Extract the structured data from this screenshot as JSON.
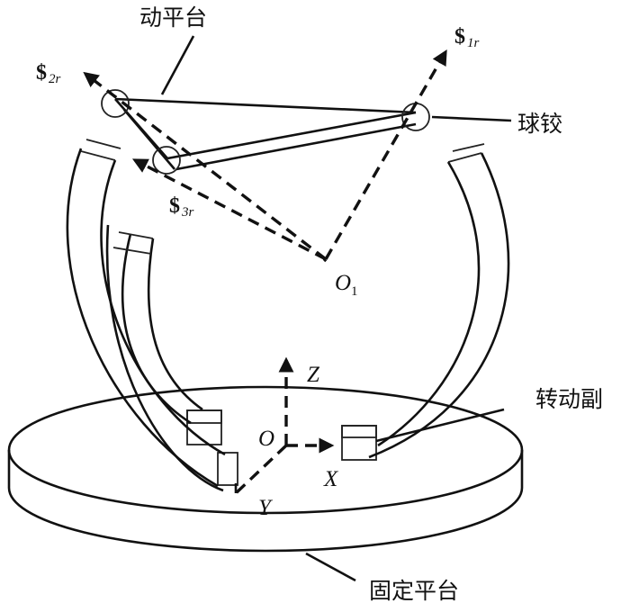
{
  "labels": {
    "moving_platform": "动平台",
    "spherical_joint": "球铰",
    "revolute_joint": "转动副",
    "fixed_platform": "固定平台"
  },
  "screws": {
    "s1": {
      "symbol": "$",
      "subscript": "1r"
    },
    "s2": {
      "symbol": "$",
      "subscript": "2r"
    },
    "s3": {
      "symbol": "$",
      "subscript": "3r"
    }
  },
  "points": {
    "o1_letter": "O",
    "o1_sub": "1",
    "o": "O"
  },
  "axes": {
    "x": "X",
    "y": "Y",
    "z": "Z"
  }
}
